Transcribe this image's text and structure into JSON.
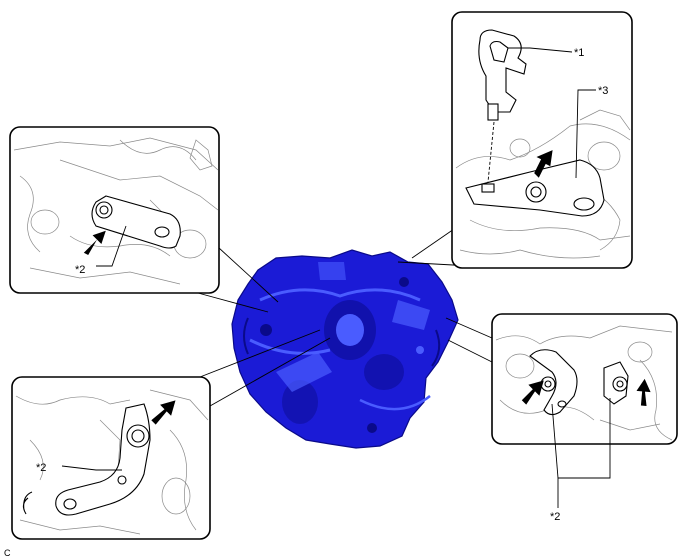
{
  "callouts": {
    "c1": "*1",
    "c3": "*3",
    "c2_left_upper": "*2",
    "c2_left_lower": "*2",
    "c2_right": "*2"
  },
  "corner_mark": "C",
  "colors": {
    "transaxle_fill": "#1b1bd6",
    "transaxle_dark": "#0a0a8a",
    "transaxle_light": "#4a5cff",
    "frame_stroke": "#000000",
    "sketch_stroke": "#8a8a8a"
  },
  "icons": [
    "arrow-icon"
  ]
}
